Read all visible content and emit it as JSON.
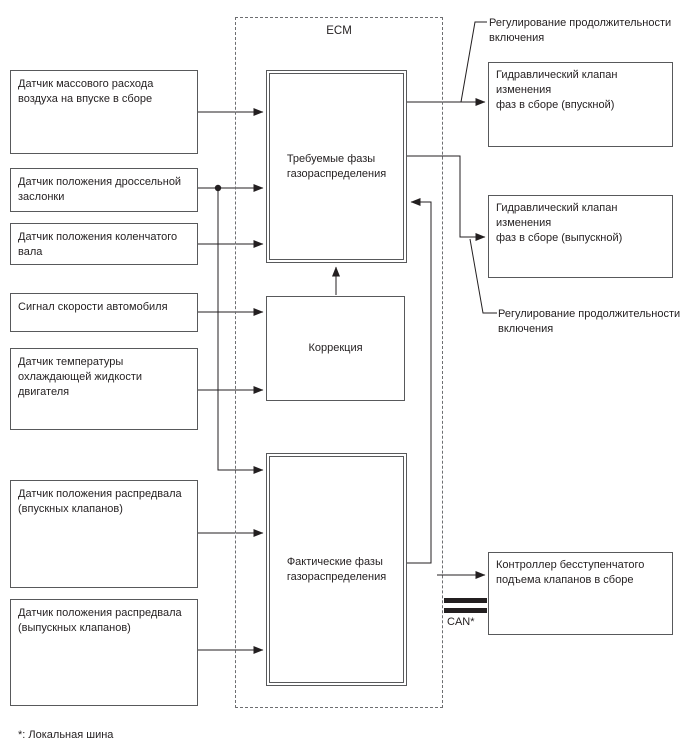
{
  "diagram": {
    "ecm_label": "ECM",
    "can_label": "CAN*",
    "footnote": "*: Локальная шина",
    "sensors": [
      {
        "label": "Датчик массового расхода\nвоздуха на впуске в сборе"
      },
      {
        "label": "Датчик положения дроссельной\nзаслонки"
      },
      {
        "label": "Датчик положения коленчатого\nвала"
      },
      {
        "label": "Сигнал скорости автомобиля"
      },
      {
        "label": "Датчик температуры\nохлаждающей жидкости\nдвигателя"
      },
      {
        "label": "Датчик положения распредвала\n(впускных клапанов)"
      },
      {
        "label": "Датчик положения распредвала\n(выпускных клапанов)"
      }
    ],
    "ecm_blocks": {
      "required_phases": "Требуемые фазы\nгазораспределения",
      "correction": "Коррекция",
      "actual_phases": "Фактические фазы\nгазораспределения"
    },
    "actuators": [
      {
        "label": "Гидравлический клапан изменения\nфаз в сборе (впускной)"
      },
      {
        "label": "Гидравлический клапан изменения\nфаз в сборе (выпускной)"
      },
      {
        "label": "Контроллер бесступенчатого\nподъема клапанов в сборе"
      }
    ],
    "callouts": {
      "top": "Регулирование продолжительности\nвключения",
      "bottom": "Регулирование продолжительности\nвключения"
    },
    "colors": {
      "line": "#231f20",
      "box_border": "#58595b",
      "background": "#ffffff"
    }
  }
}
